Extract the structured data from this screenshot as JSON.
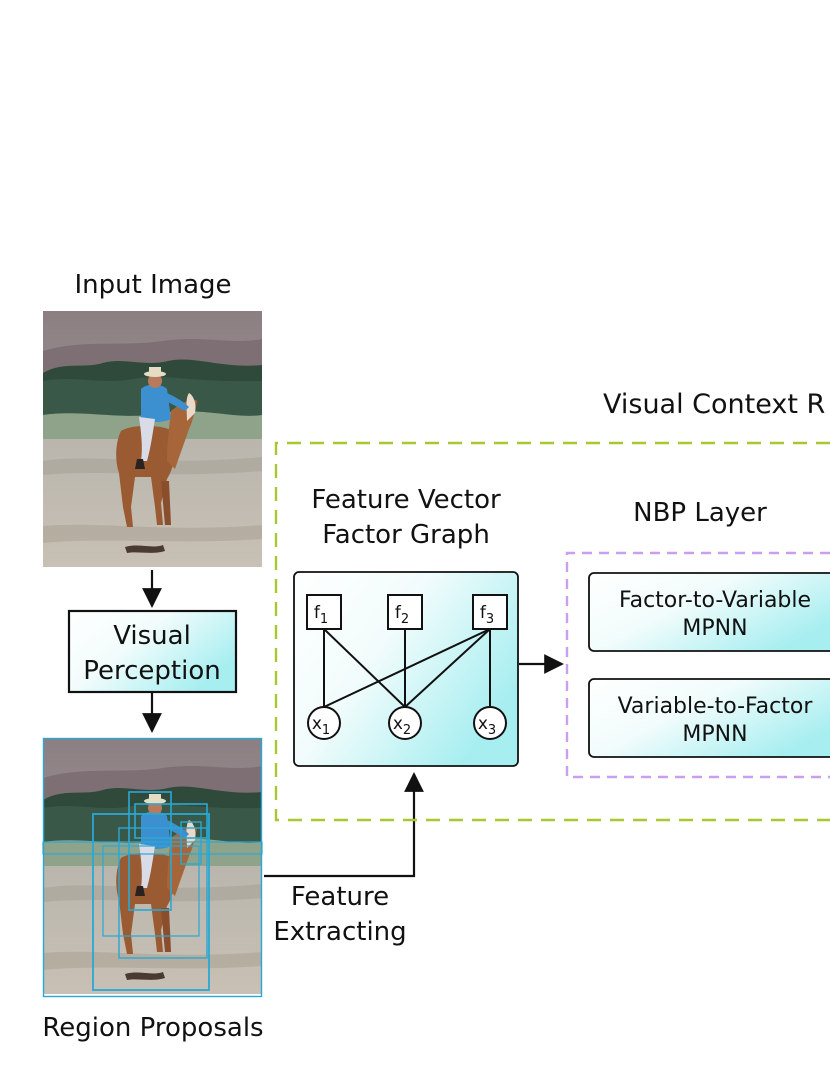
{
  "labels": {
    "input_image": "Input Image",
    "visual_context": "Visual Context R",
    "feature_vector_line1": "Feature Vector",
    "feature_vector_line2": "Factor Graph",
    "nbp_layer": "NBP Layer",
    "visual_perception_line1": "Visual",
    "visual_perception_line2": "Perception",
    "factor_to_variable_line1": "Factor-to-Variable",
    "factor_to_variable_line2": "MPNN",
    "variable_to_factor_line1": "Variable-to-Factor",
    "variable_to_factor_line2": "MPNN",
    "feature_extracting_line1": "Feature",
    "feature_extracting_line2": "Extracting",
    "region_proposals": "Region Proposals"
  },
  "factor_graph": {
    "factors": [
      {
        "id": "f1",
        "base": "f",
        "sub": "1"
      },
      {
        "id": "f2",
        "base": "f",
        "sub": "2"
      },
      {
        "id": "f3",
        "base": "f",
        "sub": "3"
      }
    ],
    "variables": [
      {
        "id": "x1",
        "base": "x",
        "sub": "1"
      },
      {
        "id": "x2",
        "base": "x",
        "sub": "2"
      },
      {
        "id": "x3",
        "base": "x",
        "sub": "3"
      }
    ],
    "edges": [
      [
        "f1",
        "x1"
      ],
      [
        "f1",
        "x2"
      ],
      [
        "f2",
        "x2"
      ],
      [
        "f3",
        "x1"
      ],
      [
        "f3",
        "x2"
      ],
      [
        "f3",
        "x3"
      ]
    ]
  },
  "colors": {
    "context_border": "#a8c832",
    "nbp_border": "#c9a0ec",
    "node_fill_start": "#ffffff",
    "node_fill_end": "#a6eef0",
    "box_stroke": "#111111",
    "proposal_box": "#29a8d6"
  }
}
